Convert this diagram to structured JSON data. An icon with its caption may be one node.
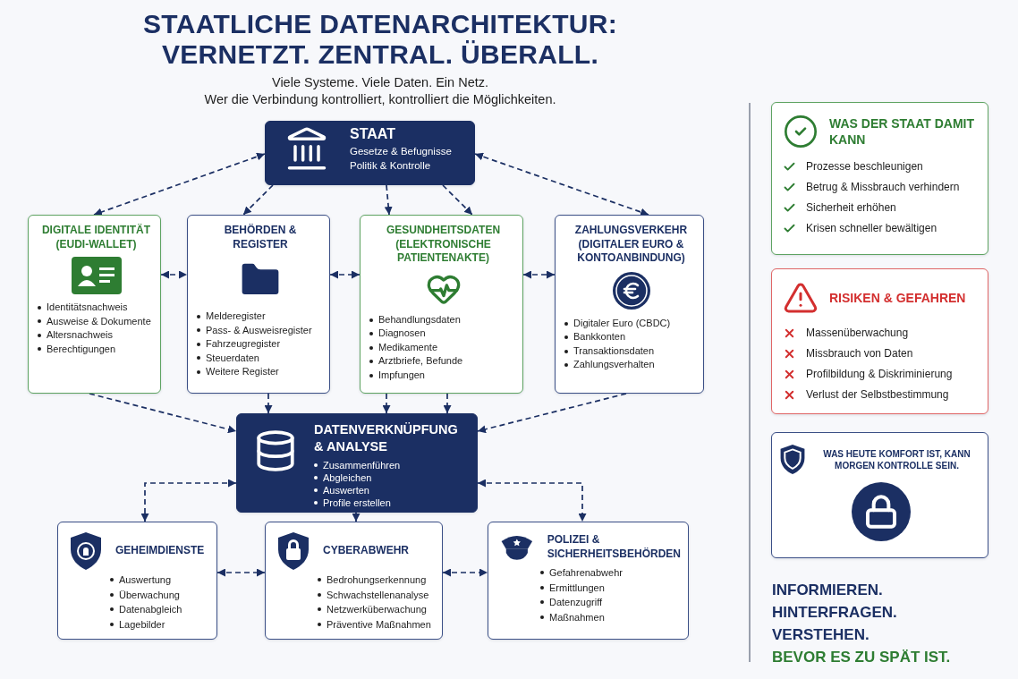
{
  "diagram": {
    "title": "STAATLICHE DATENARCHITEKTUR: VERNETZT. ZENTRAL. ÜBERALL.",
    "nodes": [
      {
        "text": [
          "STAAT",
          "Gesetze & Befugnisse",
          "Politik & Kontrolle"
        ]
      },
      {
        "text": [
          "DIGITALE IDENTITÄT (EUDI-WALLET)",
          "Identitätsnachweis",
          "Ausweise & Dokumente",
          "Altersnachweis",
          "Berechtigungen"
        ]
      },
      {
        "text": [
          "BEHÖRDEN & REGISTER",
          "Melderegister",
          "Pass- & Ausweisregister",
          "Fahrzeugregister",
          "Steuerdaten",
          "Weitere Register"
        ]
      },
      {
        "text": [
          "GESUNDHEITSDATEN (ELEKTRONISCHE PATIENTENAKTE)",
          "Behandlungsdaten",
          "Diagnosen",
          "Medikamente",
          "Arztbriefe, Befunde",
          "Impfungen"
        ]
      },
      {
        "text": [
          "ZAHLUNGSVERKEHR (DIGITALER EURO & KONTOANBINDUNG)",
          "Digitaler Euro (CBDC)",
          "Bankkonten",
          "Transaktionsdaten",
          "Zahlungsverhalten"
        ]
      },
      {
        "text": [
          "DATENVERKNÜPFUNG & ANALYSE",
          "Zusammenführen",
          "Abgleichen",
          "Auswerten",
          "Profile erstellen"
        ]
      },
      {
        "text": [
          "GEHEIMDIENSTE",
          "Auswertung",
          "Überwachung",
          "Datenabgleich",
          "Lagebilder"
        ]
      },
      {
        "text": [
          "CYBERABWEHR",
          "Bedrohungserkennung",
          "Schwachstellenanalyse",
          "Netzwerküberwachung",
          "Präventive Maßnahmen"
        ]
      },
      {
        "text": [
          "POLIZEI & SICHERHEITSBEHÖRDEN",
          "Gefahrenabwehr",
          "Ermittlungen",
          "Datenzugriff",
          "Maßnahmen"
        ]
      },
      {
        "text": [
          "WAS DER STAAT DAMIT KANN",
          "Prozesse beschleunigen",
          "Betrug & Missbrauch verhindern",
          "Sicherheit erhöhen",
          "Krisen schneller bewältigen"
        ]
      },
      {
        "text": [
          "RISIKEN & GEFAHREN",
          "Massenüberwachung",
          "Missbrauch von Daten",
          "Profilbildung & Diskriminierung",
          "Verlust der Selbstbestimmung"
        ]
      },
      {
        "text": [
          "WAS HEUTE KOMFORT IST, KANN MORGEN KONTROLLE SEIN."
        ]
      }
    ],
    "edges": [
      {
        "from": 0,
        "to": 1,
        "arrow": "both",
        "style": "dashed"
      },
      {
        "from": 0,
        "to": 2,
        "arrow": "to",
        "style": "dashed"
      },
      {
        "from": 0,
        "to": 3,
        "arrow": "to",
        "style": "dashed"
      },
      {
        "from": 0,
        "to": 3,
        "arrow": "to",
        "style": "dashed"
      },
      {
        "from": 0,
        "to": 4,
        "arrow": "both",
        "style": "dashed"
      },
      {
        "from": 1,
        "to": 2,
        "arrow": "both",
        "style": "dashed"
      },
      {
        "from": 2,
        "to": 3,
        "arrow": "both",
        "style": "dashed"
      },
      {
        "from": 3,
        "to": 4,
        "arrow": "both",
        "style": "dashed"
      },
      {
        "from": 1,
        "to": 5,
        "arrow": "to",
        "style": "dashed"
      },
      {
        "from": 2,
        "to": 5,
        "arrow": "to",
        "style": "dashed"
      },
      {
        "from": 3,
        "to": 5,
        "arrow": "to",
        "style": "dashed"
      },
      {
        "from": 3,
        "to": 5,
        "arrow": "to",
        "style": "dashed"
      },
      {
        "from": 4,
        "to": 5,
        "arrow": "to",
        "style": "dashed"
      },
      {
        "from": 5,
        "to": 6,
        "arrow": "both",
        "style": "dashed"
      },
      {
        "from": 5,
        "to": 7,
        "arrow": "to"
      },
      {
        "from": 5,
        "to": 8,
        "arrow": "both",
        "style": "dashed"
      },
      {
        "from": 6,
        "to": 7,
        "arrow": "both",
        "style": "dashed"
      },
      {
        "from": 7,
        "to": 8,
        "arrow": "both",
        "style": "dashed"
      }
    ],
    "labels": [
      "Viele Systeme. Viele Daten. Ein Netz.",
      "Wer die Verbindung kontrolliert, kontrolliert die Möglichkeiten.",
      "INFORMIEREN.",
      "HINTERFRAGEN.",
      "VERSTEHEN.",
      "BEVOR ES ZU SPÄT IST."
    ]
  }
}
